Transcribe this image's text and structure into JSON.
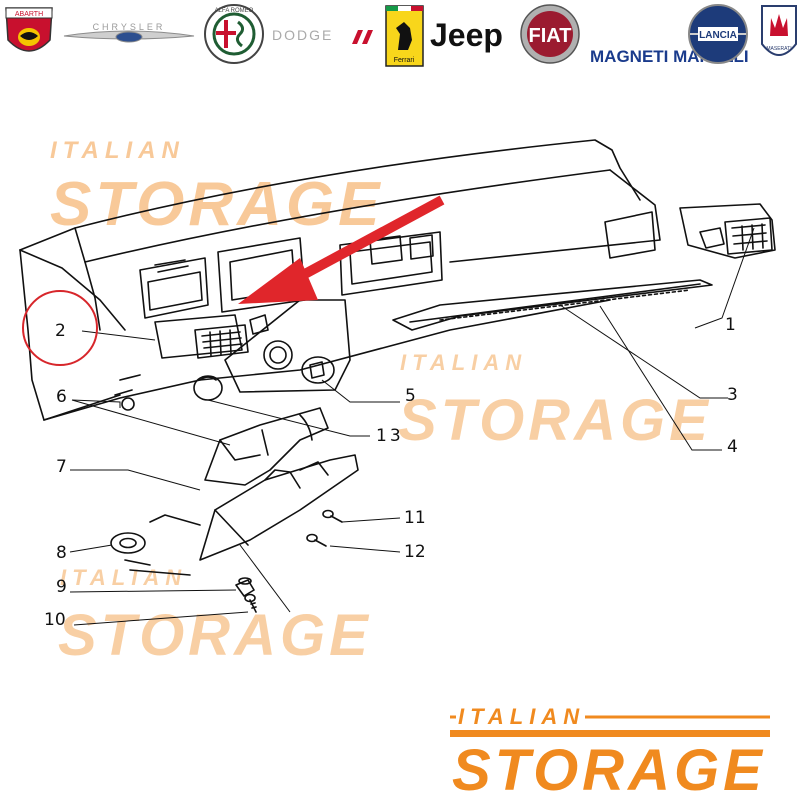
{
  "brands": [
    {
      "name": "ABARTH",
      "icon": "abarth-logo-icon"
    },
    {
      "name": "CHRYSLER",
      "icon": "chrysler-logo-icon"
    },
    {
      "name": "ALFA ROMEO",
      "icon": "alfa-romeo-logo-icon"
    },
    {
      "name": "DODGE",
      "icon": "dodge-logo-icon"
    },
    {
      "name": "Ferrari",
      "icon": "ferrari-logo-icon"
    },
    {
      "name": "Jeep",
      "icon": "jeep-logo-icon"
    },
    {
      "name": "FIAT",
      "icon": "fiat-logo-icon"
    },
    {
      "name": "MAGNETI MARELLI",
      "icon": "magneti-marelli-logo-icon"
    },
    {
      "name": "LANCIA",
      "icon": "lancia-logo-icon"
    },
    {
      "name": "MASERATI",
      "icon": "maserati-logo-icon"
    }
  ],
  "callouts": [
    "1",
    "2",
    "3",
    "4",
    "5",
    "6",
    "7",
    "8",
    "9",
    "10",
    "11",
    "12",
    "13"
  ],
  "highlight": {
    "callout": "2",
    "color": "#d7262b"
  },
  "watermark": {
    "line1": "ITALIAN",
    "line2": "STORAGE",
    "color": "#f08a1f"
  },
  "colors": {
    "line": "#111111",
    "arrow": "#e0262b",
    "watermark_faint": "#fbe3cc"
  }
}
